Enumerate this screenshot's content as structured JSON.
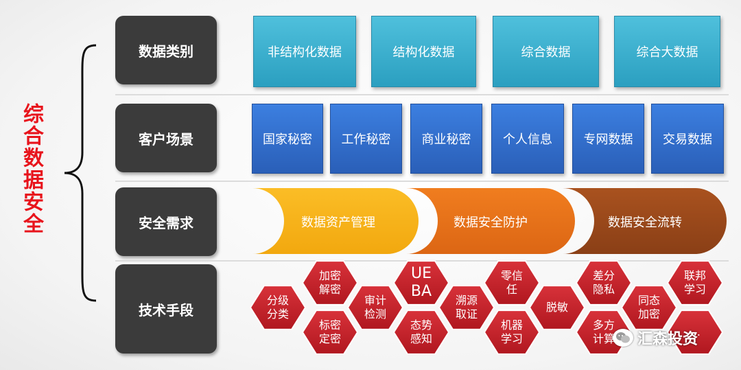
{
  "side_title": "综合数据安全",
  "rows": [
    {
      "label": "数据类别"
    },
    {
      "label": "客户场景"
    },
    {
      "label": "安全需求"
    },
    {
      "label": "技术手段"
    }
  ],
  "categories": [
    "非结构化数据",
    "结构化数据",
    "综合数据",
    "综合大数据"
  ],
  "scenes": [
    "国家秘密",
    "工作秘密",
    "商业秘密",
    "个人信息",
    "专网数据",
    "交易数据"
  ],
  "requirements": [
    {
      "label": "数据资产管理",
      "color": "#f7b21b"
    },
    {
      "label": "数据安全防护",
      "color": "#e9731a"
    },
    {
      "label": "数据安全流转",
      "color": "#9a4a1c"
    }
  ],
  "tech_hexes": [
    {
      "text": "分级\n分类"
    },
    {
      "text": "加密\n解密"
    },
    {
      "text": "标密\n定密"
    },
    {
      "text": "审计\n检测"
    },
    {
      "text": "UE\nBA"
    },
    {
      "text": "态势\n感知"
    },
    {
      "text": "溯源\n取证"
    },
    {
      "text": "零信\n任"
    },
    {
      "text": "机器\n学习"
    },
    {
      "text": "脱敏"
    },
    {
      "text": "差分\n隐私"
    },
    {
      "text": "多方\n计算"
    },
    {
      "text": "同态\n加密"
    },
    {
      "text": "联邦\n学习"
    },
    {
      "text": "…"
    }
  ],
  "hex_color": "#c9212a",
  "watermark": {
    "text": "汇森投资",
    "icon": "wechat-icon"
  }
}
